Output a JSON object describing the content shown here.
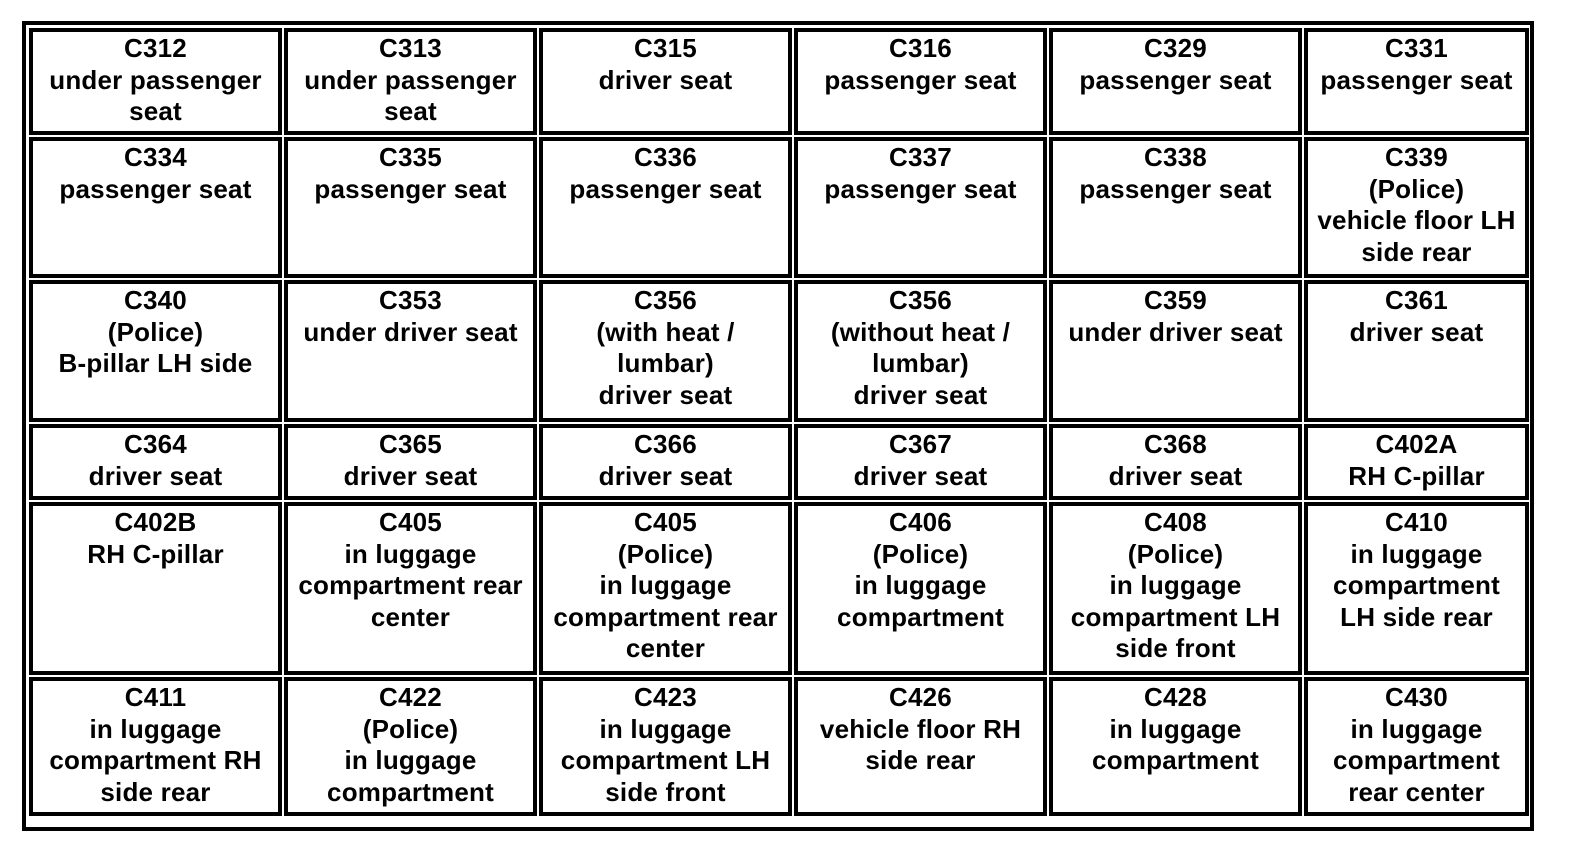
{
  "connector_table": {
    "rows": [
      [
        {
          "id": "C312",
          "lines": [
            "C312",
            "under passenger",
            "seat"
          ]
        },
        {
          "id": "C313",
          "lines": [
            "C313",
            "under passenger",
            "seat"
          ]
        },
        {
          "id": "C315",
          "lines": [
            "C315",
            "driver seat"
          ]
        },
        {
          "id": "C316",
          "lines": [
            "C316",
            "passenger seat"
          ]
        },
        {
          "id": "C329",
          "lines": [
            "C329",
            "passenger seat"
          ]
        },
        {
          "id": "C331",
          "lines": [
            "C331",
            "passenger seat"
          ]
        }
      ],
      [
        {
          "id": "C334",
          "lines": [
            "C334",
            "passenger seat"
          ]
        },
        {
          "id": "C335",
          "lines": [
            "C335",
            "passenger seat"
          ]
        },
        {
          "id": "C336",
          "lines": [
            "C336",
            "passenger seat"
          ]
        },
        {
          "id": "C337",
          "lines": [
            "C337",
            "passenger seat"
          ]
        },
        {
          "id": "C338",
          "lines": [
            "C338",
            "passenger seat"
          ]
        },
        {
          "id": "C339",
          "lines": [
            "C339",
            "(Police)",
            "vehicle floor LH",
            "side rear"
          ]
        }
      ],
      [
        {
          "id": "C340",
          "lines": [
            "C340",
            "(Police)",
            "B-pillar LH side"
          ]
        },
        {
          "id": "C353",
          "lines": [
            "C353",
            "under driver seat"
          ]
        },
        {
          "id": "C356",
          "lines": [
            "C356",
            "(with heat /",
            "lumbar)",
            "driver seat"
          ]
        },
        {
          "id": "C356",
          "lines": [
            "C356",
            "(without heat /",
            "lumbar)",
            "driver seat"
          ]
        },
        {
          "id": "C359",
          "lines": [
            "C359",
            "under driver seat"
          ]
        },
        {
          "id": "C361",
          "lines": [
            "C361",
            "driver seat"
          ]
        }
      ],
      [
        {
          "id": "C364",
          "lines": [
            "C364",
            "driver seat"
          ]
        },
        {
          "id": "C365",
          "lines": [
            "C365",
            "driver seat"
          ]
        },
        {
          "id": "C366",
          "lines": [
            "C366",
            "driver seat"
          ]
        },
        {
          "id": "C367",
          "lines": [
            "C367",
            "driver seat"
          ]
        },
        {
          "id": "C368",
          "lines": [
            "C368",
            "driver seat"
          ]
        },
        {
          "id": "C402A",
          "lines": [
            "C402A",
            "RH C-pillar"
          ]
        }
      ],
      [
        {
          "id": "C402B",
          "lines": [
            "C402B",
            "RH C-pillar"
          ]
        },
        {
          "id": "C405",
          "lines": [
            "C405",
            "in luggage",
            "compartment rear",
            "center"
          ]
        },
        {
          "id": "C405",
          "lines": [
            "C405",
            "(Police)",
            "in luggage",
            "compartment rear",
            "center"
          ]
        },
        {
          "id": "C406",
          "lines": [
            "C406",
            "(Police)",
            "in luggage",
            "compartment"
          ]
        },
        {
          "id": "C408",
          "lines": [
            "C408",
            "(Police)",
            "in luggage",
            "compartment LH",
            "side front"
          ]
        },
        {
          "id": "C410",
          "lines": [
            "C410",
            "in luggage",
            "compartment",
            "LH side rear"
          ]
        }
      ],
      [
        {
          "id": "C411",
          "lines": [
            "C411",
            "in luggage",
            "compartment RH",
            "side rear"
          ]
        },
        {
          "id": "C422",
          "lines": [
            "C422",
            "(Police)",
            "in luggage",
            "compartment"
          ]
        },
        {
          "id": "C423",
          "lines": [
            "C423",
            "in luggage",
            "compartment LH",
            "side front"
          ]
        },
        {
          "id": "C426",
          "lines": [
            "C426",
            "vehicle floor RH",
            "side rear"
          ]
        },
        {
          "id": "C428",
          "lines": [
            "C428",
            "in luggage",
            "compartment"
          ]
        },
        {
          "id": "C430",
          "lines": [
            "C430",
            "in luggage",
            "compartment",
            "rear center"
          ]
        }
      ]
    ]
  }
}
